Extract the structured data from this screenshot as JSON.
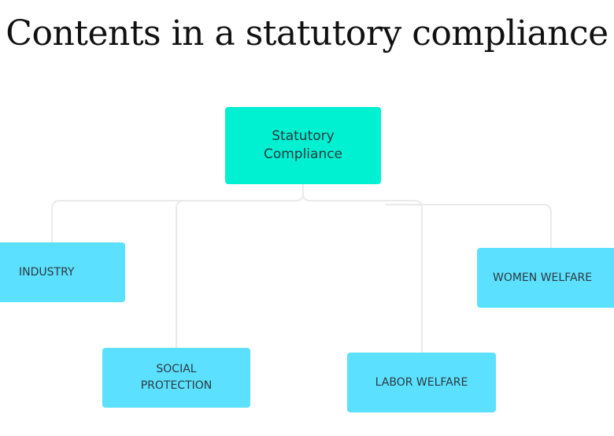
{
  "title": "Contents in a statutory compliance",
  "colors": {
    "root_fill": "#00f0d2",
    "child_fill": "#5ce0ff",
    "connector": "#eaeaea",
    "text": "#2a3a3f"
  },
  "diagram": {
    "root": {
      "label_line1": "Statutory",
      "label_line2": "Compliance"
    },
    "children": [
      {
        "label": "INDUSTRY"
      },
      {
        "label_line1": "SOCIAL",
        "label_line2": "PROTECTION"
      },
      {
        "label": "LABOR WELFARE"
      },
      {
        "label": "WOMEN WELFARE"
      }
    ]
  }
}
